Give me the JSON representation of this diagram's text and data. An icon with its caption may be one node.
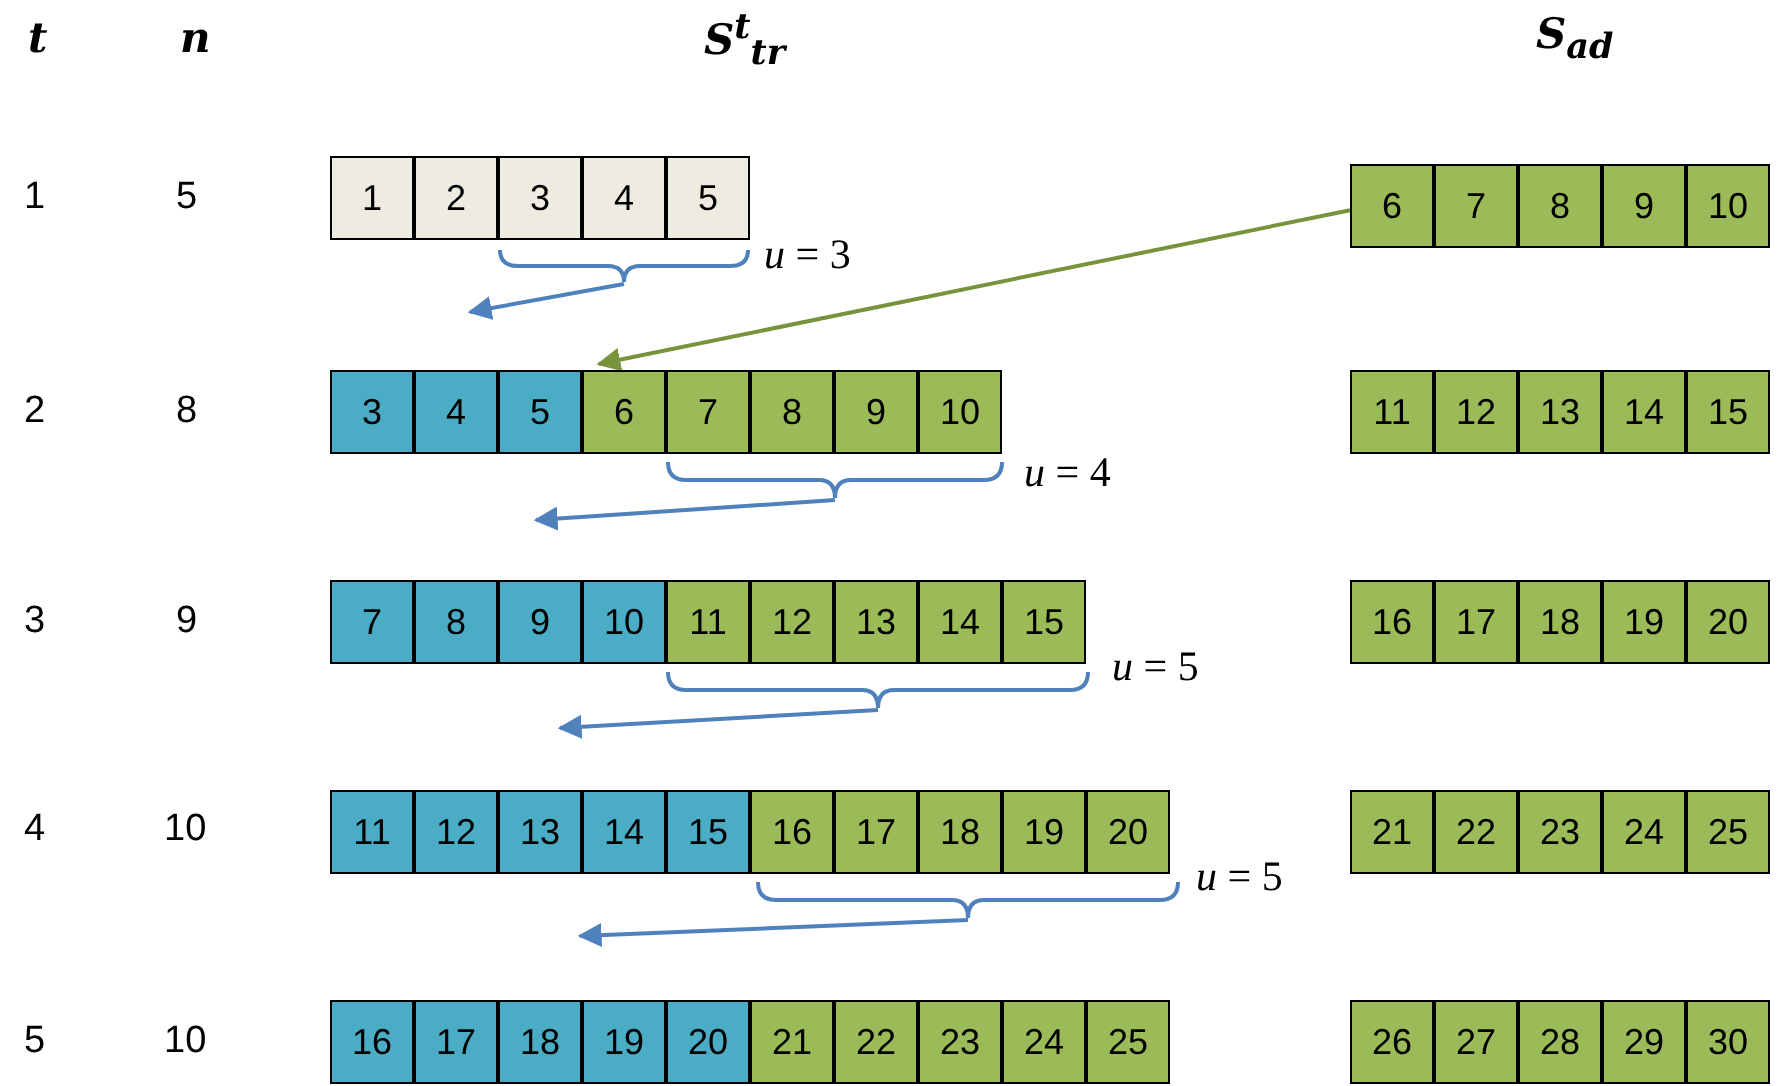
{
  "diagram": {
    "nodes": [
      {
        "text": [
          "1"
        ]
      },
      {
        "text": [
          "2"
        ]
      },
      {
        "text": [
          "3"
        ]
      },
      {
        "text": [
          "4"
        ]
      },
      {
        "text": [
          "5"
        ]
      },
      {
        "text": [
          "6"
        ]
      },
      {
        "text": [
          "7"
        ]
      },
      {
        "text": [
          "8"
        ]
      },
      {
        "text": [
          "9"
        ]
      },
      {
        "text": [
          "10"
        ]
      },
      {
        "text": [],
        "shape": "brace",
        "beside": [
          "*u* = 3"
        ]
      },
      {
        "text": [
          "3"
        ]
      },
      {
        "text": [
          "4"
        ]
      },
      {
        "text": [
          "5"
        ]
      },
      {
        "text": [
          "6"
        ]
      },
      {
        "text": [
          "7"
        ]
      },
      {
        "text": [
          "8"
        ]
      },
      {
        "text": [
          "9"
        ]
      },
      {
        "text": [
          "10"
        ]
      },
      {
        "text": [
          "11"
        ]
      },
      {
        "text": [
          "12"
        ]
      },
      {
        "text": [
          "13"
        ]
      },
      {
        "text": [
          "14"
        ]
      },
      {
        "text": [
          "15"
        ]
      },
      {
        "text": [],
        "shape": "brace",
        "beside": [
          "*u* = 4"
        ]
      },
      {
        "text": [
          "7"
        ]
      },
      {
        "text": [
          "8"
        ]
      },
      {
        "text": [
          "9"
        ]
      },
      {
        "text": [
          "10"
        ]
      },
      {
        "text": [
          "11"
        ]
      },
      {
        "text": [
          "12"
        ]
      },
      {
        "text": [
          "13"
        ]
      },
      {
        "text": [
          "14"
        ]
      },
      {
        "text": [
          "15"
        ]
      },
      {
        "text": [
          "16"
        ]
      },
      {
        "text": [
          "17"
        ]
      },
      {
        "text": [
          "18"
        ]
      },
      {
        "text": [
          "19"
        ]
      },
      {
        "text": [
          "20"
        ]
      },
      {
        "text": [],
        "shape": "brace",
        "beside": [
          "*u* = 5"
        ]
      },
      {
        "text": [
          "11"
        ]
      },
      {
        "text": [
          "12"
        ]
      },
      {
        "text": [
          "13"
        ]
      },
      {
        "text": [
          "14"
        ]
      },
      {
        "text": [
          "15"
        ]
      },
      {
        "text": [
          "16"
        ]
      },
      {
        "text": [
          "17"
        ]
      },
      {
        "text": [
          "18"
        ]
      },
      {
        "text": [
          "19"
        ]
      },
      {
        "text": [
          "20"
        ]
      },
      {
        "text": [
          "21"
        ]
      },
      {
        "text": [
          "22"
        ]
      },
      {
        "text": [
          "23"
        ]
      },
      {
        "text": [
          "24"
        ]
      },
      {
        "text": [
          "25"
        ]
      },
      {
        "text": [],
        "shape": "brace",
        "beside": [
          "*u* = 5"
        ]
      },
      {
        "text": [
          "16"
        ]
      },
      {
        "text": [
          "17"
        ]
      },
      {
        "text": [
          "18"
        ]
      },
      {
        "text": [
          "19"
        ]
      },
      {
        "text": [
          "20"
        ]
      },
      {
        "text": [
          "21"
        ]
      },
      {
        "text": [
          "22"
        ]
      },
      {
        "text": [
          "23"
        ]
      },
      {
        "text": [
          "24"
        ]
      },
      {
        "text": [
          "25"
        ]
      },
      {
        "text": [
          "26"
        ]
      },
      {
        "text": [
          "27"
        ]
      },
      {
        "text": [
          "28"
        ]
      },
      {
        "text": [
          "29"
        ]
      },
      {
        "text": [
          "30"
        ]
      }
    ],
    "edges": [
      {
        "from": 5,
        "to": 14,
        "arrow": "to",
        "color": "#77933c"
      },
      {
        "from": 10,
        "to": null,
        "arrow": "to"
      },
      {
        "from": 24,
        "to": null,
        "arrow": "to"
      },
      {
        "from": 39,
        "to": null,
        "arrow": "to"
      },
      {
        "from": 55,
        "to": null,
        "arrow": "to"
      }
    ],
    "labels": [
      "t",
      "n",
      "S$^{t}$$_{tr}$",
      "S$_{ad}$",
      "1",
      "5",
      "2",
      "8",
      "3",
      "9",
      "4",
      "10",
      "5",
      "10"
    ]
  }
}
